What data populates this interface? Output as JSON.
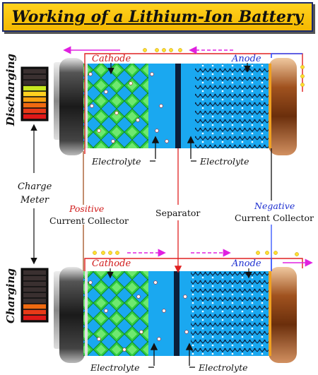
{
  "title": "Working of a Lithium-Ion Battery",
  "labels": {
    "discharging": "Discharging",
    "charging": "Charging",
    "charge_meter_line1": "Charge",
    "charge_meter_line2": "Meter",
    "cathode": "Cathode",
    "anode": "Anode",
    "electrolyte": "Electrolyte",
    "separator": "Separator",
    "positive": "Positive",
    "negative": "Negative",
    "current_collector": "Current Collector"
  },
  "meters": {
    "discharging": {
      "levels_lit": 6,
      "levels_total": 9
    },
    "charging": {
      "levels_lit": 3,
      "levels_total": 9
    }
  },
  "colors": {
    "banner": "#f5b800",
    "cathode_label": "#d01818",
    "anode_label": "#1d2fd0",
    "positive_label": "#d01818",
    "negative_label": "#1d2fd0",
    "wire_red": "#e02020",
    "wire_blue": "#3050ff",
    "arrow_magenta": "#e020e0",
    "electron": "#ffe030",
    "electrolyte": "#1aa8f0",
    "cathode_crystal": "#2ecc40"
  }
}
